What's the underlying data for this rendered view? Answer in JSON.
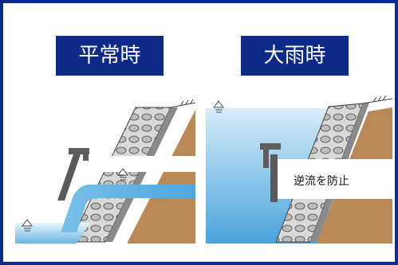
{
  "labels": {
    "normal": "平常時",
    "heavy_rain": "大雨時",
    "backflow_prevention": "逆流を防止"
  },
  "colors": {
    "frame_border": "#0b2c8c",
    "label_bg": "#0d2a86",
    "water_light": "#cfe7f7",
    "water_mid": "#86c4ea",
    "water_deep": "#4ea7de",
    "soil": "#b98a57",
    "concrete_dark": "#6f6f6f"
  },
  "icons": [
    "water-level-marker",
    "gate-flap",
    "ground-hatch"
  ]
}
